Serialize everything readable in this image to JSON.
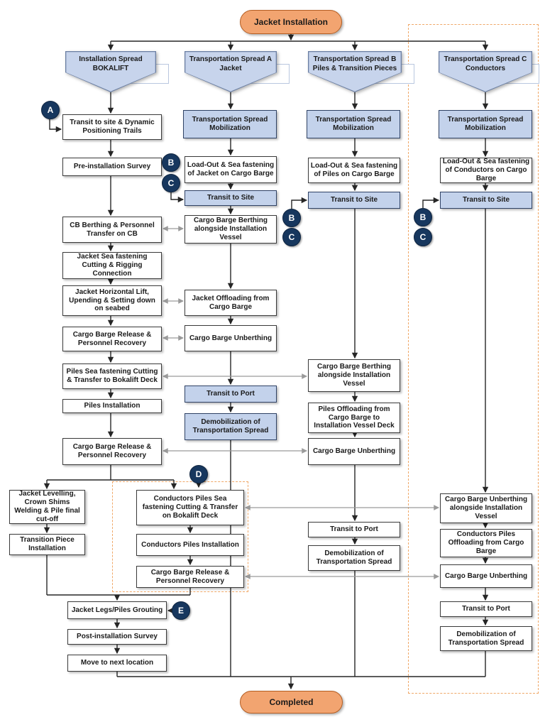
{
  "title": "Jacket Installation flowchart",
  "start": {
    "label": "Jacket Installation"
  },
  "end": {
    "label": "Completed"
  },
  "badges": {
    "a": "A",
    "b": "B",
    "c": "C",
    "d": "D",
    "e": "E"
  },
  "columns": {
    "col1": {
      "header": "Installation Spread BOKALIFT",
      "steps": [
        "Transit to site & Dynamic Positioning Trails",
        "Pre-installation Survey",
        "CB Berthing & Personnel Transfer on CB",
        "Jacket Sea fastening Cutting & Rigging Connection",
        "Jacket Horizontal Lift, Upending & Setting down on seabed",
        "Cargo Barge Release & Personnel Recovery",
        "Piles Sea fastening Cutting & Transfer to Bokalift Deck",
        "Piles Installation",
        "Cargo Barge Release & Personnel Recovery",
        "Jacket Levelling, Crown Shims Welding & Pile final cut-off",
        "Transition Piece Installation",
        "Jacket Legs/Piles Grouting",
        "Post-installation Survey",
        "Move to next location"
      ]
    },
    "col2": {
      "header": "Transportation Spread A Jacket",
      "steps": [
        "Transportation Spread Mobilization",
        "Load-Out & Sea fastening of Jacket on Cargo Barge",
        "Transit to Site",
        "Cargo Barge Berthing alongside Installation Vessel",
        "Jacket Offloading from Cargo Barge",
        "Cargo Barge Unberthing",
        "Transit to Port",
        "Demobilization of Transportation Spread"
      ]
    },
    "conductors_group": {
      "steps": [
        "Conductors Piles Sea fastening Cutting & Transfer on Bokalift Deck",
        "Conductors Piles Installation",
        "Cargo Barge Release & Personnel Recovery"
      ]
    },
    "col3": {
      "header": "Transportation Spread B Piles & Transition Pieces",
      "steps": [
        "Transportation Spread Mobilization",
        "Load-Out & Sea fastening of Piles on Cargo Barge",
        "Transit to Site",
        "Cargo Barge Berthing alongside Installation Vessel",
        "Piles Offloading from Cargo Barge to Installation Vessel Deck",
        "Cargo Barge Unberthing",
        "Transit to Port",
        "Demobilization of Transportation Spread"
      ]
    },
    "col4": {
      "header": "Transportation Spread C Conductors",
      "steps": [
        "Transportation Spread Mobilization",
        "Load-Out & Sea fastening of Conductors on Cargo Barge",
        "Transit to Site",
        "Cargo Barge Unberthing alongside Installation Vessel",
        "Conductors Piles Offloading from Cargo Barge",
        "Cargo Barge Unberthing",
        "Transit to Port",
        "Demobilization of Transportation Spread"
      ]
    }
  },
  "colors": {
    "terminator_fill": "#F2A470",
    "terminator_border": "#B55E22",
    "lane_fill": "#C7D4EC",
    "lane_border": "#6B7FA3",
    "process_fill": "#FFFFFF",
    "process_border": "#3A3A3A",
    "highlight_fill": "#C3D2EB",
    "badge_fill": "#17375E",
    "connector_dark": "#262626",
    "connector_gray": "#9A9A9A",
    "dashed_outline": "#F0A868"
  }
}
